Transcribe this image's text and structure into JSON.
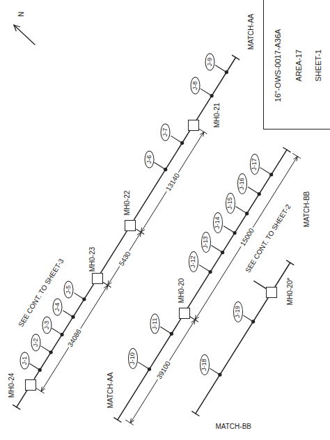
{
  "diagram": {
    "nodes": [
      {
        "text": [
          "16\"-OWS-0017-A36A",
          "AREA-17",
          "SHEET-1"
        ]
      },
      {
        "text": [
          "MH0-24"
        ]
      },
      {
        "text": [
          "MH0-23"
        ]
      },
      {
        "text": [
          "MH0-22"
        ]
      },
      {
        "text": [
          "MH0-21"
        ]
      },
      {
        "text": [
          "J-1"
        ]
      },
      {
        "text": [
          "J-2"
        ]
      },
      {
        "text": [
          "J-3"
        ]
      },
      {
        "text": [
          "J-4"
        ]
      },
      {
        "text": [
          "J-5"
        ]
      },
      {
        "text": [
          "J-6"
        ]
      },
      {
        "text": [
          "J-7"
        ]
      },
      {
        "text": [
          "J-8"
        ]
      },
      {
        "text": [
          "J-9"
        ]
      },
      {
        "text": [
          "MH0-20"
        ]
      },
      {
        "text": [
          "J-10"
        ]
      },
      {
        "text": [
          "J-11"
        ]
      },
      {
        "text": [
          "J-12"
        ]
      },
      {
        "text": [
          "J-13"
        ]
      },
      {
        "text": [
          "J-14"
        ]
      },
      {
        "text": [
          "J-15"
        ]
      },
      {
        "text": [
          "J-16"
        ]
      },
      {
        "text": [
          "J-17"
        ]
      },
      {
        "text": [
          "MH0-20*"
        ]
      },
      {
        "text": [
          "J-18"
        ]
      },
      {
        "text": [
          "J-19"
        ]
      }
    ],
    "edges": [
      {
        "from": 1,
        "to": 2,
        "arrow": "none"
      },
      {
        "from": 2,
        "to": 3,
        "arrow": "none"
      },
      {
        "from": 3,
        "to": 4,
        "arrow": "none"
      }
    ],
    "labels": [
      "MATCH-AA",
      "MATCH-AA",
      "MATCH-BB",
      "MATCH-BB",
      "SEE CONT. TO SHEET-3",
      "SEE CONT. TO SHEET-2",
      "34086",
      "5430",
      "13140",
      "15000",
      "39100",
      "N"
    ]
  }
}
